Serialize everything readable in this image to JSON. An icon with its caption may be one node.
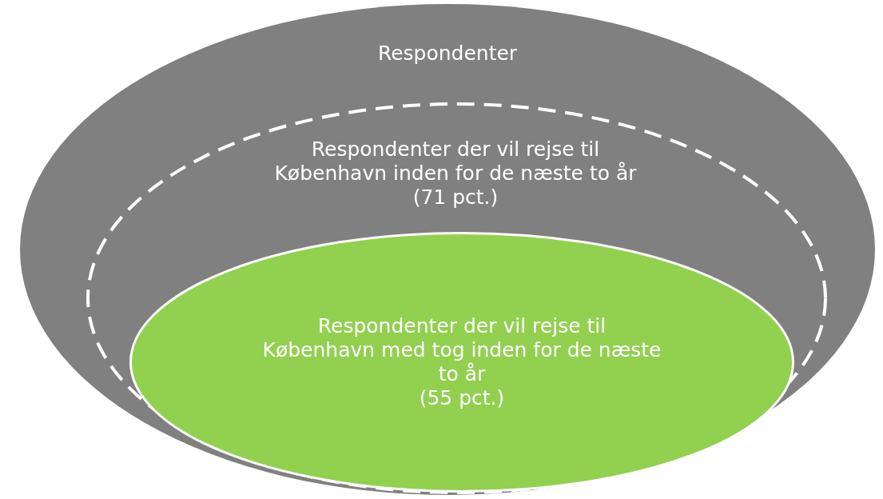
{
  "diagram": {
    "nodes": [
      {
        "text": [
          "Respondenter"
        ]
      },
      {
        "text": [
          "Respondenter der vil rejse til København inden for de næste to år",
          "(71 pct.)"
        ],
        "in": 0
      },
      {
        "text": [
          "Respondenter der vil rejse til København med tog inden for de næste to år",
          "(55 pct.)"
        ],
        "in": 1
      }
    ]
  }
}
